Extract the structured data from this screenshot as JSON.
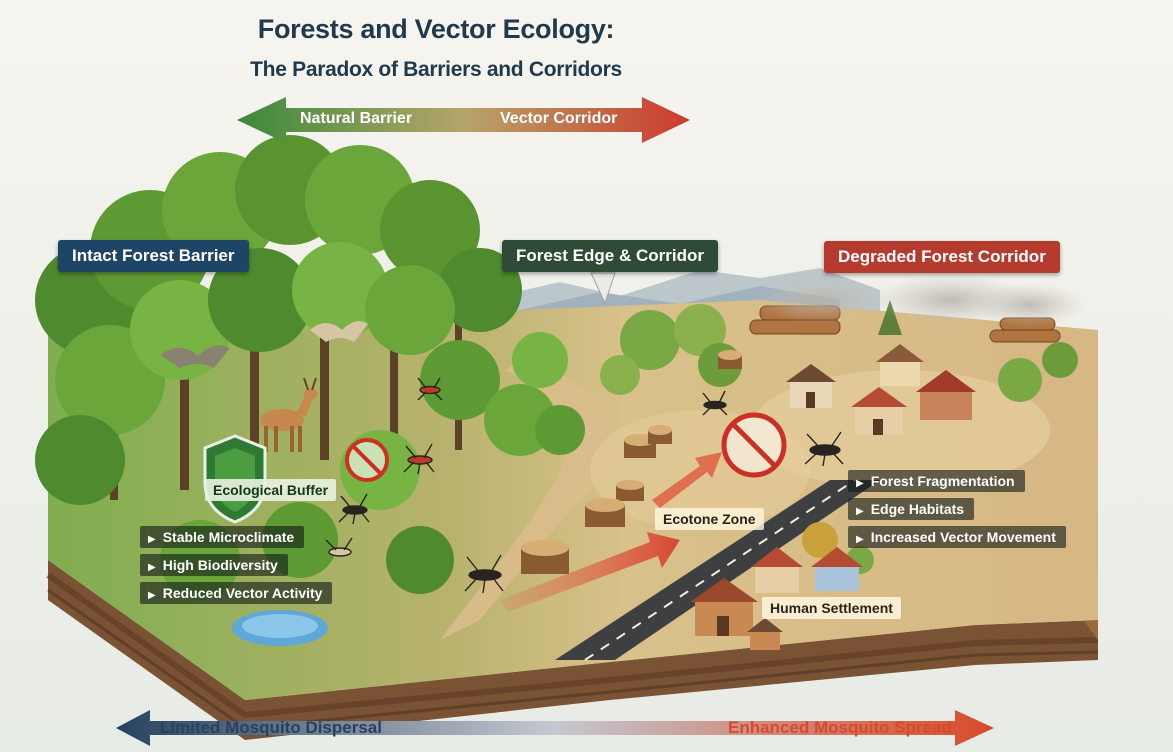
{
  "title": "Forests and Vector Ecology:",
  "subtitle": "The Paradox of Barriers and Corridors",
  "top_arrow": {
    "left_label": "Natural Barrier",
    "right_label": "Vector Corridor",
    "left_color": "#3a8a3a",
    "right_color": "#cc3a2e"
  },
  "zones": {
    "intact": {
      "label": "Intact Forest Barrier",
      "color": "#1e4466"
    },
    "edge": {
      "label": "Forest Edge & Corridor",
      "color": "#2f4a36"
    },
    "degraded": {
      "label": "Degraded Forest Corridor",
      "color": "#b53b2e"
    }
  },
  "buffer": {
    "label": "Ecological Buffer",
    "icon": "shield-icon",
    "benefits": [
      "Stable Microclimate",
      "High Biodiversity",
      "Reduced Vector Activity"
    ]
  },
  "ecotone_label": "Ecotone Zone",
  "degradation_effects": [
    "Forest Fragmentation",
    "Edge Habitats",
    "Increased Vector Movement"
  ],
  "settlement_label": "Human Settlement",
  "bottom_scale": {
    "left_label": "Limited Mosquito Dispersal",
    "right_label": "Enhanced Mosquito Spread",
    "left_color": "#27415f",
    "right_color": "#d84a2a"
  },
  "icons": [
    "deer-icon",
    "bat-icon",
    "mosquito-icon",
    "no-mosquito-icon",
    "tree-stump-icon",
    "house-icon",
    "log-pile-icon",
    "smoke-icon",
    "road-icon",
    "pond-icon",
    "mountain-icon"
  ]
}
